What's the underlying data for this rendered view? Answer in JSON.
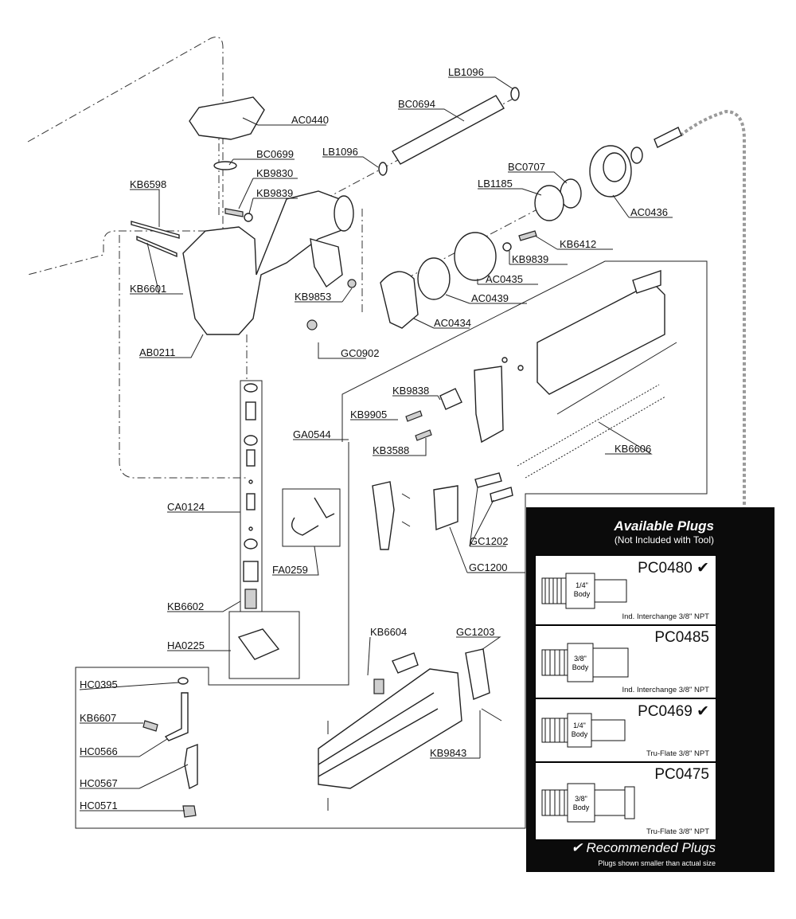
{
  "parts": {
    "LB1096_a": "LB1096",
    "BC0694": "BC0694",
    "AC0440": "AC0440",
    "BC0699": "BC0699",
    "LB1096_b": "LB1096",
    "KB9830": "KB9830",
    "BC0707": "BC0707",
    "KB6598": "KB6598",
    "KB9839_a": "KB9839",
    "LB1185": "LB1185",
    "AC0436": "AC0436",
    "KB6412": "KB6412",
    "KB9839_b": "KB9839",
    "KB6601": "KB6601",
    "KB9853": "KB9853",
    "AC0435": "AC0435",
    "AC0439": "AC0439",
    "AB0211": "AB0211",
    "AC0434": "AC0434",
    "GC0902": "GC0902",
    "KB9838": "KB9838",
    "KB9905": "KB9905",
    "GA0544": "GA0544",
    "KB3588": "KB3588",
    "KB6606": "KB6606",
    "CA0124": "CA0124",
    "GC1202": "GC1202",
    "FA0259": "FA0259",
    "GC1200": "GC1200",
    "KB6602": "KB6602",
    "KB6604": "KB6604",
    "GC1203": "GC1203",
    "HA0225": "HA0225",
    "HC0395": "HC0395",
    "KB6607": "KB6607",
    "HC0566": "HC0566",
    "KB9843": "KB9843",
    "HC0567": "HC0567",
    "HC0571": "HC0571"
  },
  "plugs_panel": {
    "title": "Available Plugs",
    "subtitle": "(Not Included with Tool)",
    "check": "✔",
    "plugs": [
      {
        "number": "PC0480",
        "body": [
          "1/4\"",
          "Body"
        ],
        "desc": "Ind. Interchange 3/8\" NPT",
        "recommended": true
      },
      {
        "number": "PC0485",
        "body": [
          "3/8\"",
          "Body"
        ],
        "desc": "Ind. Interchange 3/8\" NPT",
        "recommended": false
      },
      {
        "number": "PC0469",
        "body": [
          "1/4\"",
          "Body"
        ],
        "desc": "Tru-Flate 3/8\" NPT",
        "recommended": true
      },
      {
        "number": "PC0475",
        "body": [
          "3/8\"",
          "Body"
        ],
        "desc": "Tru-Flate 3/8\" NPT",
        "recommended": false
      }
    ],
    "recommended_label": "✔ Recommended Plugs",
    "size_note": "Plugs shown smaller than actual size"
  },
  "colors": {
    "panel_bg": "#0b0b0b",
    "hose": "#9a9a9a",
    "line": "#222222"
  }
}
